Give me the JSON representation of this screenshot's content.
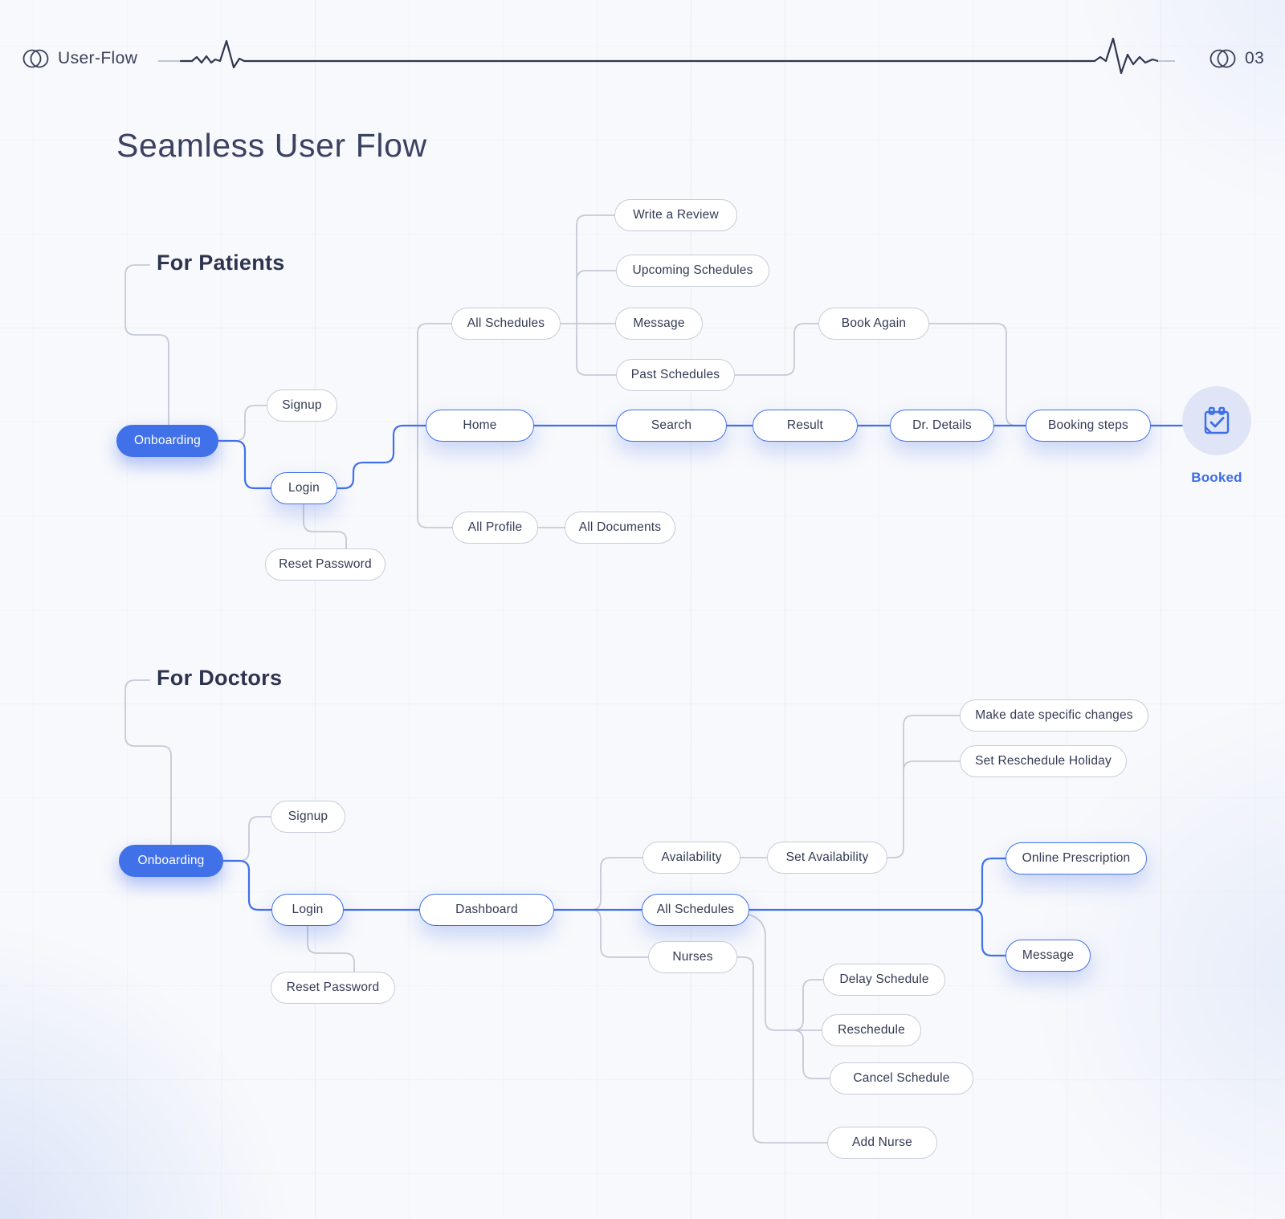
{
  "header": {
    "brand": "User-Flow",
    "page_number": "03"
  },
  "title": "Seamless User Flow",
  "patients": {
    "heading": "For Patients",
    "nodes": {
      "onboarding": "Onboarding",
      "signup": "Signup",
      "login": "Login",
      "reset_password": "Reset Password",
      "all_schedules": "All Schedules",
      "write_a_review": "Write a Review",
      "upcoming_schedules": "Upcoming Schedules",
      "message": "Message",
      "past_schedules": "Past Schedules",
      "book_again": "Book Again",
      "home": "Home",
      "search": "Search",
      "result": "Result",
      "dr_details": "Dr. Details",
      "booking_steps": "Booking steps",
      "all_profile": "All Profile",
      "all_documents": "All Documents",
      "booked_label": "Booked"
    }
  },
  "doctors": {
    "heading": "For Doctors",
    "nodes": {
      "onboarding": "Onboarding",
      "signup": "Signup",
      "login": "Login",
      "reset_password": "Reset Password",
      "dashboard": "Dashboard",
      "availability": "Availability",
      "set_availability": "Set Availability",
      "make_date_specific_changes": "Make date specific changes",
      "set_reschedule_holiday": "Set Reschedule Holiday",
      "all_schedules": "All Schedules",
      "online_prescription": "Online Prescription",
      "message": "Message",
      "nurses": "Nurses",
      "delay_schedule": "Delay Schedule",
      "reschedule": "Reschedule",
      "cancel_schedule": "Cancel Schedule",
      "add_nurse": "Add Nurse"
    }
  },
  "icons": {
    "logo": "overlapping-circles-icon",
    "booked": "calendar-check-icon",
    "divider": "heartbeat-line"
  },
  "colors": {
    "accent_blue": "#4171E9",
    "line_gray": "#C5CAD7",
    "text_dark": "#333A54",
    "booked_text": "#3D6EE8",
    "booked_circle_bg": "#DFE5F6",
    "background": "#F8F9FC"
  }
}
